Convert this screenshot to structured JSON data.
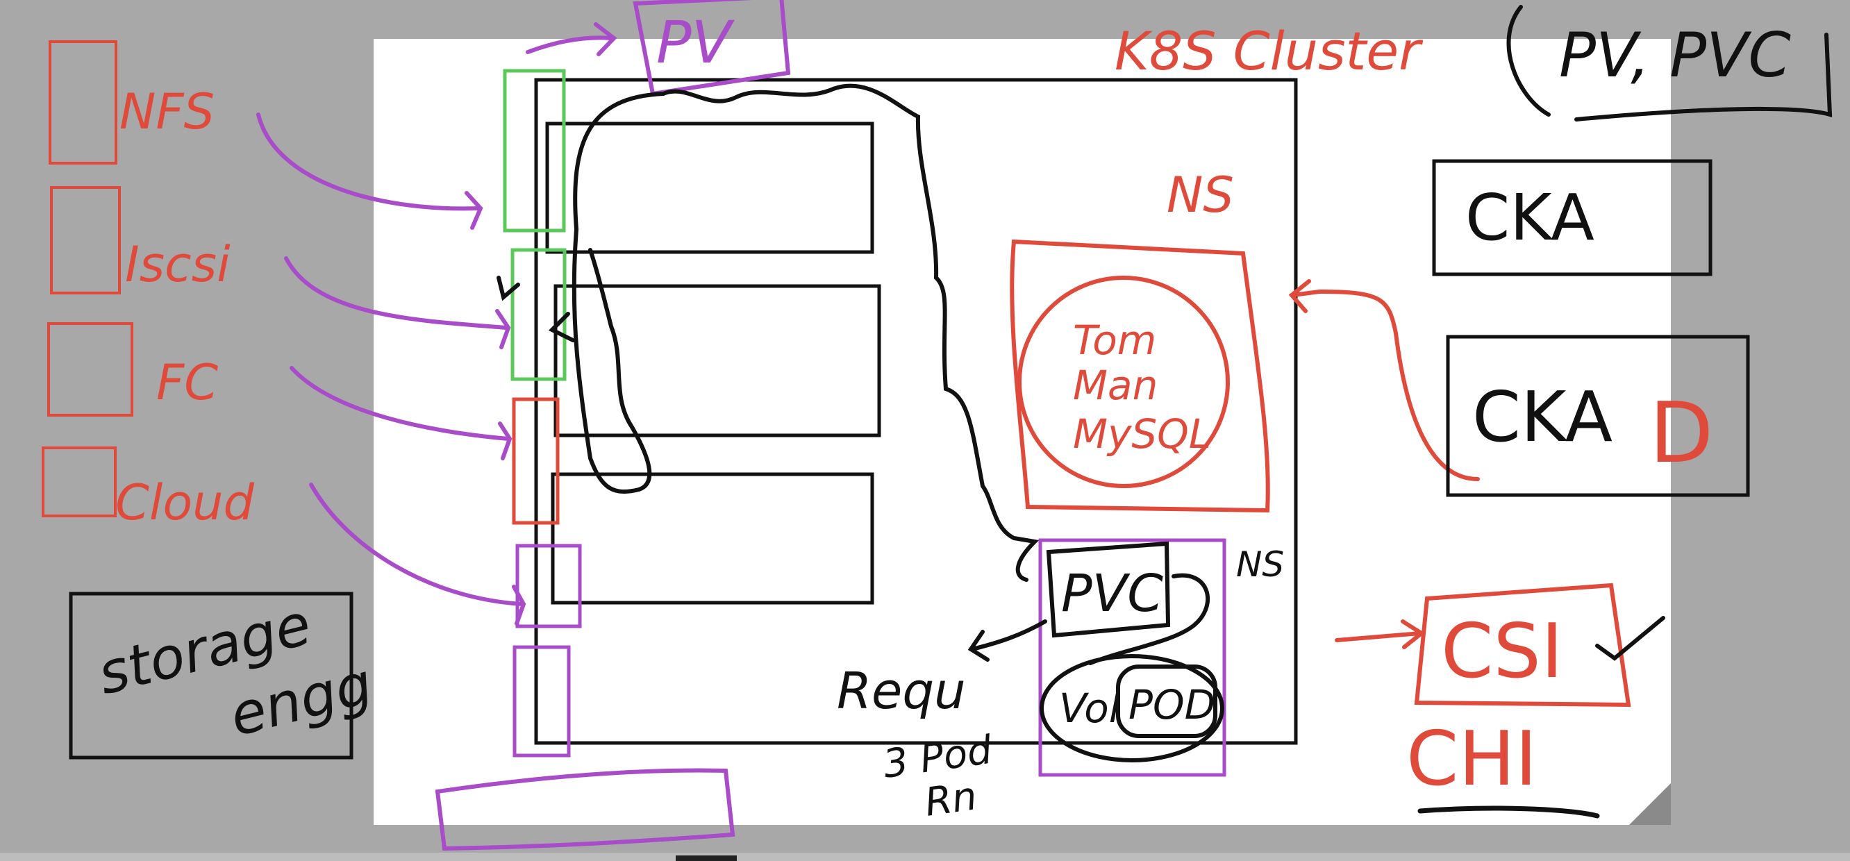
{
  "colors": {
    "background": "#a8a8a8",
    "canvas": "#ffffff",
    "ink_red": "#e04a3a",
    "ink_purple": "#a84cc9",
    "ink_black": "#111111",
    "ink_green": "#5ac85a"
  },
  "labels": {
    "cluster": "K8S Cluster",
    "pv_pvc": "PV, PVC",
    "pv": "PV",
    "ns": "NS",
    "pod_contents": [
      "Tom",
      "Man",
      "MySQL"
    ],
    "cka": "CKA",
    "ckad_prefix": "CKA",
    "ckad_suffix": "D",
    "csi": "CSI",
    "chi": "CHI",
    "pvc": "PVC",
    "ns_small": "NS",
    "vol": "Vol",
    "pod": "POD",
    "request": "Requ",
    "three_pod": "3 Pod",
    "run": "Rn",
    "storage_engine": [
      "storage",
      "engg"
    ]
  },
  "storage_types": [
    "NFS",
    "Iscsi",
    "FC",
    "Cloud"
  ]
}
